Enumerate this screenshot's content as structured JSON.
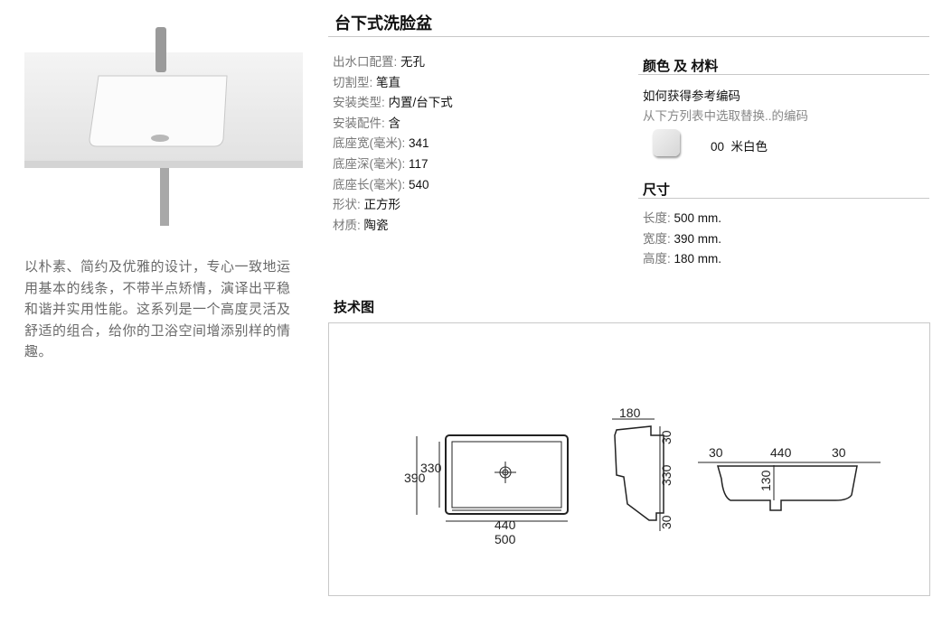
{
  "product": {
    "title": "台下式洗脸盆",
    "description": "以朴素、简约及优雅的设计，专心一致地运用基本的线条，不带半点矫情，演译出平稳和谐并实用性能。这系列是一个高度灵活及舒适的组合，给你的卫浴空间增添别样的情趣。"
  },
  "specs": [
    {
      "label": "出水口配置: ",
      "value": "无孔"
    },
    {
      "label": "切割型: ",
      "value": "笔直"
    },
    {
      "label": "安装类型: ",
      "value": "内置/台下式"
    },
    {
      "label": "安装配件: ",
      "value": "含"
    },
    {
      "label": "底座宽(毫米): ",
      "value": "341"
    },
    {
      "label": "底座深(毫米): ",
      "value": "117"
    },
    {
      "label": "底座长(毫米): ",
      "value": "540"
    },
    {
      "label": "形状: ",
      "value": "正方形"
    },
    {
      "label": "材质: ",
      "value": "陶瓷"
    }
  ],
  "colors": {
    "heading": "颜色 及 材料",
    "ref_title": "如何获得参考编码",
    "ref_hint": "从下方列表中选取替换..的编码",
    "swatch_code": "00",
    "swatch_name": "米白色",
    "swatch_color": "#e4e4e2"
  },
  "dimensions": {
    "heading": "尺寸",
    "items": [
      {
        "label": "长度: ",
        "value": "500 mm."
      },
      {
        "label": "宽度: ",
        "value": "390 mm."
      },
      {
        "label": "高度: ",
        "value": "180 mm."
      }
    ]
  },
  "drawing": {
    "heading": "技术图",
    "top": {
      "outer_h": "390",
      "inner_h": "330",
      "inner_w": "440",
      "outer_w": "500"
    },
    "side": {
      "depth": "180",
      "top": "30",
      "mid": "330",
      "bottom": "30"
    },
    "front": {
      "left": "30",
      "mid": "440",
      "right": "30",
      "height": "130"
    }
  }
}
